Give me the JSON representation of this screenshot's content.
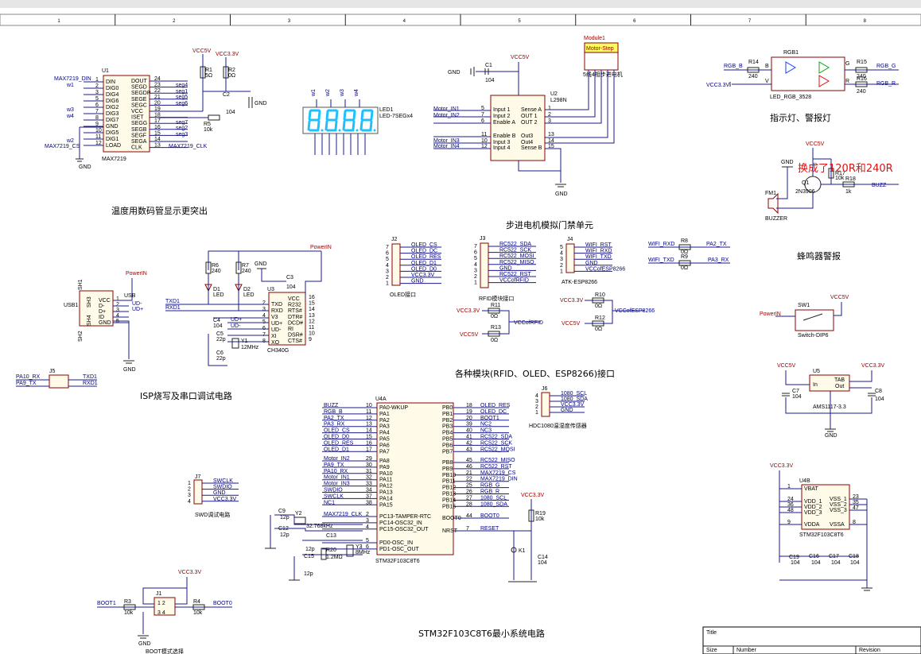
{
  "ruler": [
    "1",
    "2",
    "3",
    "4",
    "5",
    "6",
    "7",
    "8"
  ],
  "section_titles": {
    "display": "温度用数码管显示更突出",
    "motor": "步进电机模拟门禁单元",
    "indicator": "指示灯、警报灯",
    "buzzer": "蜂鸣器警报",
    "isp": "ISP烧写及串口调试电路",
    "interfaces": "各种模块(RFID、OLED、ESP8266)接口",
    "mcu": "STM32F103C8T6最小系统电路",
    "swd": "SWD调试电路",
    "boot": "BOOT模式选择"
  },
  "annotation": "换成了120R和240R",
  "max7219": {
    "ref": "U1",
    "part": "MAX7219",
    "left_pins": [
      "DIN",
      "DIG0",
      "DIG4",
      "DIG6",
      "DIG2",
      "DIG3",
      "DIG7",
      "GND",
      "DIG5",
      "DIG1",
      "LOAD"
    ],
    "left_nums": [
      "1",
      "2",
      "3",
      "5",
      "6",
      "7",
      "8",
      "9",
      "10",
      "11",
      "12"
    ],
    "right_pins": [
      "DOUT",
      "SEGD",
      "SEGDP",
      "SEGE",
      "SEGC",
      "VCC",
      "ISET",
      "SEGG",
      "SEGB",
      "SEGF",
      "SEGA",
      "CLK"
    ],
    "right_nums": [
      "24",
      "23",
      "22",
      "21",
      "20",
      "19",
      "18",
      "17",
      "16",
      "15",
      "14",
      "13"
    ],
    "nets": [
      "MAX7219_DIN",
      "w1",
      "w3",
      "w4",
      "w2",
      "MAX7219_CS",
      "MAX7219_CLK",
      "seg4",
      "seg1",
      "seg5",
      "seg6",
      "seg7",
      "seg2",
      "seg3"
    ],
    "passives": [
      "VCC5V",
      "VCC3.3V",
      "R1",
      "R2",
      "5Ω",
      "0Ω",
      "C2",
      "104",
      "R5",
      "10k",
      "GND"
    ]
  },
  "led7seg": {
    "ref": "LED1",
    "part": "LED-7SEGx4",
    "digits": [
      "w1",
      "w2",
      "w3",
      "w4"
    ]
  },
  "motor": {
    "module": "Module1",
    "module_label": "Motor-Step",
    "module_sub": "5线4相步进电机",
    "chip": "U2",
    "part": "L298N",
    "cap": "C1",
    "cap_val": "104",
    "vcc": "VCC5V",
    "left": [
      [
        "5",
        "Input 1"
      ],
      [
        "7",
        "Input 2"
      ],
      [
        "6",
        "Enable A"
      ],
      [
        "11",
        "Enable B"
      ],
      [
        "10",
        "Input 3"
      ],
      [
        "12",
        "Input 4"
      ]
    ],
    "right": [
      [
        "1",
        "Sense A"
      ],
      [
        "2",
        "OUT 1"
      ],
      [
        "3",
        "OUT 2"
      ],
      [
        "13",
        "Out3"
      ],
      [
        "14",
        "Out4"
      ],
      [
        "15",
        "Sense B"
      ]
    ],
    "nets": [
      "Motor_IN1",
      "Motor_IN2",
      "Motor_IN3",
      "Motor_IN4",
      "GND"
    ]
  },
  "rgb": {
    "ref": "RGB1",
    "part": "LED_RGB_3528",
    "r14": "R14",
    "r15": "R15",
    "r16": "R16",
    "val": "240",
    "nets": [
      "RGB_B",
      "RGB_G",
      "RGB_R",
      "VCC3.3V"
    ],
    "pins": [
      "B",
      "G",
      "R",
      "V"
    ]
  },
  "buzzer": {
    "vcc": "VCC5V",
    "q": "Q1",
    "q_part": "2N3906",
    "r17": "R17",
    "r17v": "10k",
    "r18": "R18",
    "r18v": "1k",
    "net": "BUZZ",
    "fm": "FM1",
    "fm_part": "BUZZER",
    "gnd": "GND"
  },
  "usb": {
    "ref": "USB1",
    "pins": [
      "VCC",
      "D-",
      "D+",
      "ID",
      "GND"
    ],
    "sh": [
      "SH1",
      "SH2",
      "SH3",
      "SH4"
    ],
    "label": "USB",
    "power": "PowerIN"
  },
  "ch340": {
    "ref": "U3",
    "part": "CH340G",
    "left": [
      [
        "TXD",
        "2"
      ],
      [
        "RXD",
        "3"
      ],
      [
        "V3",
        "4"
      ],
      [
        "UD+",
        "5"
      ],
      [
        "UD-",
        "6"
      ],
      [
        "XI",
        "7"
      ],
      [
        "XO",
        "8"
      ]
    ],
    "right": [
      [
        "VCC",
        "16"
      ],
      [
        "R232",
        "15"
      ],
      [
        "RTS#",
        "14"
      ],
      [
        "DTR#",
        "13"
      ],
      [
        "DCD#",
        "12"
      ],
      [
        "RI",
        "11"
      ],
      [
        "DSR#",
        "10"
      ],
      [
        "CTS#",
        "9"
      ]
    ],
    "nets": [
      "TXD1",
      "RXD1",
      "UD+",
      "UD-",
      "PowerIN",
      "GND"
    ],
    "parts": [
      "R6",
      "240",
      "R7",
      "240",
      "D1",
      "LED",
      "D2",
      "LED",
      "C3",
      "104",
      "C4",
      "104",
      "C5",
      "22p",
      "C6",
      "22p",
      "Y1",
      "12MHz"
    ]
  },
  "j5": {
    "ref": "J5",
    "left": [
      "PA10_RX",
      "PA9_TX"
    ],
    "right": [
      "TXD1",
      "RXD1"
    ]
  },
  "j2": {
    "ref": "J2",
    "nets": [
      "OLED_CS",
      "OLED_DC",
      "OLED_RES",
      "OLED_D1",
      "OLED_D0",
      "VCC3.3V",
      "GND"
    ],
    "caption": "OLED接口"
  },
  "j3": {
    "ref": "J3",
    "nets": [
      "RC522_SDA",
      "RC522_SCK",
      "RC522_MOSI",
      "RC522_MISO",
      "GND",
      "RC522_RST",
      "VCCofRFID"
    ],
    "caption": "RFID模块接口"
  },
  "j4": {
    "ref": "J4",
    "nets": [
      "WIFI_RST",
      "WIFI_RXD",
      "WIFI_TXD",
      "GND",
      "VCCofESP8266"
    ],
    "caption": "ATK-ESP8266"
  },
  "wifi_r": {
    "r8": "R8",
    "r9": "R9",
    "v": "0Ω",
    "left": [
      "WIFI_RXD",
      "WIFI_TXD"
    ],
    "right": [
      "PA2_TX",
      "PA3_RX"
    ]
  },
  "power_sel": {
    "r10": "R10",
    "r11": "R11",
    "r12": "R12",
    "r13": "R13",
    "v": "0Ω",
    "nets": [
      "VCC3.3V",
      "VCC5V",
      "VCCofRFID",
      "VCCofESP8266"
    ]
  },
  "sw1": {
    "ref": "SW1",
    "part": "Switch-DIP6",
    "nets": [
      "PowerIN",
      "VCC5V"
    ]
  },
  "ams": {
    "ref": "U5",
    "part": "AMS1117-3.3",
    "pins": [
      "In",
      "TAB",
      "Out"
    ],
    "c7": "C7",
    "c8": "C8",
    "cv": "104",
    "nets": [
      "VCC5V",
      "VCC3.3V",
      "GND"
    ]
  },
  "j6": {
    "ref": "J6",
    "nets": [
      "1080_SCL",
      "1080_SDA",
      "VCC3.3V",
      "GND"
    ],
    "caption": "HDC1080温湿度传感器"
  },
  "stm": {
    "ref": "U4A",
    "part": "STM32F103C8T6",
    "left": [
      [
        "BUZZ",
        "PA0-WKUP",
        "10"
      ],
      [
        "RGB_B",
        "PA1",
        "11"
      ],
      [
        "PA2_TX",
        "PA2",
        "12"
      ],
      [
        "PA3_RX",
        "PA3",
        "13"
      ],
      [
        "OLED_CS",
        "PA4",
        "14"
      ],
      [
        "OLED_D0",
        "PA5",
        "15"
      ],
      [
        "OLED_RES",
        "PA6",
        "16"
      ],
      [
        "OLED_D1",
        "PA7",
        "17"
      ],
      [
        "Motor_IN2",
        "PA8",
        "29"
      ],
      [
        "PA9_TX",
        "PA9",
        "30"
      ],
      [
        "PA10_RX",
        "PA10",
        "31"
      ],
      [
        "Motor_IN1",
        "PA11",
        "32"
      ],
      [
        "Motor_IN3",
        "PA12",
        "33"
      ],
      [
        "SWDIO",
        "PA13",
        "34"
      ],
      [
        "SWCLK",
        "PA14",
        "37"
      ],
      [
        "NC1",
        "PA15",
        "38"
      ],
      [
        "MAX7219_CLK",
        "PC13-TAMPER-RTC",
        "2"
      ],
      [
        "",
        "PC14-OSC32_IN",
        "3"
      ],
      [
        "",
        "PC15-OSC32_OUT",
        "4"
      ],
      [
        "",
        "PD0-OSC_IN",
        "5"
      ],
      [
        "",
        "PD1-OSC_OUT",
        "6"
      ]
    ],
    "right": [
      [
        "PB0",
        "18",
        "OLED_RES"
      ],
      [
        "PB1",
        "19",
        "OLED_DC"
      ],
      [
        "PB2",
        "20",
        "BOOT1"
      ],
      [
        "PB3",
        "39",
        "NC2"
      ],
      [
        "PB4",
        "40",
        "NC3"
      ],
      [
        "PB5",
        "41",
        "RC522_SDA"
      ],
      [
        "PB6",
        "42",
        "RC522_SCK"
      ],
      [
        "PB7",
        "43",
        "RC522_MOSI"
      ],
      [
        "PB8",
        "45",
        "RC522_MISO"
      ],
      [
        "PB9",
        "46",
        "RC522_RST"
      ],
      [
        "PB10",
        "21",
        "MAX7219_CS"
      ],
      [
        "PB11",
        "22",
        "MAX7219_DIN"
      ],
      [
        "PB12",
        "25",
        "RGB_G"
      ],
      [
        "PB13",
        "26",
        "RGB_R"
      ],
      [
        "PB14",
        "27",
        "1080_SCL"
      ],
      [
        "PB15",
        "28",
        "1080_SDA"
      ],
      [
        "BOOT0",
        "44",
        "BOOT0"
      ],
      [
        "NRST",
        "7",
        "RESET"
      ]
    ],
    "osc": [
      "C9",
      "12p",
      "Y2",
      "32.768kHz",
      "C12",
      "12p",
      "C13",
      "12p",
      "C15",
      "12p",
      "R20",
      "1.2MΩ",
      "Y3",
      "8MHz"
    ],
    "reset": [
      "VCC3.3V",
      "R19",
      "10k",
      "K1",
      "C14",
      "104"
    ]
  },
  "u4b": {
    "ref": "U4B",
    "part": "STM32F103C8T6",
    "left": [
      [
        "1",
        "VBAT"
      ],
      [
        "24",
        "VDD_1"
      ],
      [
        "36",
        "VDD_2"
      ],
      [
        "48",
        "VDD_3"
      ],
      [
        "9",
        "VDDA"
      ]
    ],
    "right": [
      [
        "23",
        "VSS_1"
      ],
      [
        "35",
        "VSS_2"
      ],
      [
        "47",
        "VSS_3"
      ],
      [
        "8",
        "VSSA"
      ]
    ],
    "caps": [
      "C16",
      "C17",
      "C18",
      "C19",
      "104"
    ],
    "vcc": "VCC3.3V"
  },
  "j7": {
    "ref": "J7",
    "nets": [
      "SWCLK",
      "SWDIO",
      "GND",
      "VCC3.3V"
    ]
  },
  "j1": {
    "ref": "J1",
    "r3": "R3",
    "r4": "R4",
    "v": "10k",
    "nets": [
      "BOOT1",
      "BOOT0",
      "VCC3.3V",
      "GND"
    ]
  },
  "title_block": {
    "title": "Title",
    "size": "Size",
    "number": "Number",
    "revision": "Revision"
  }
}
